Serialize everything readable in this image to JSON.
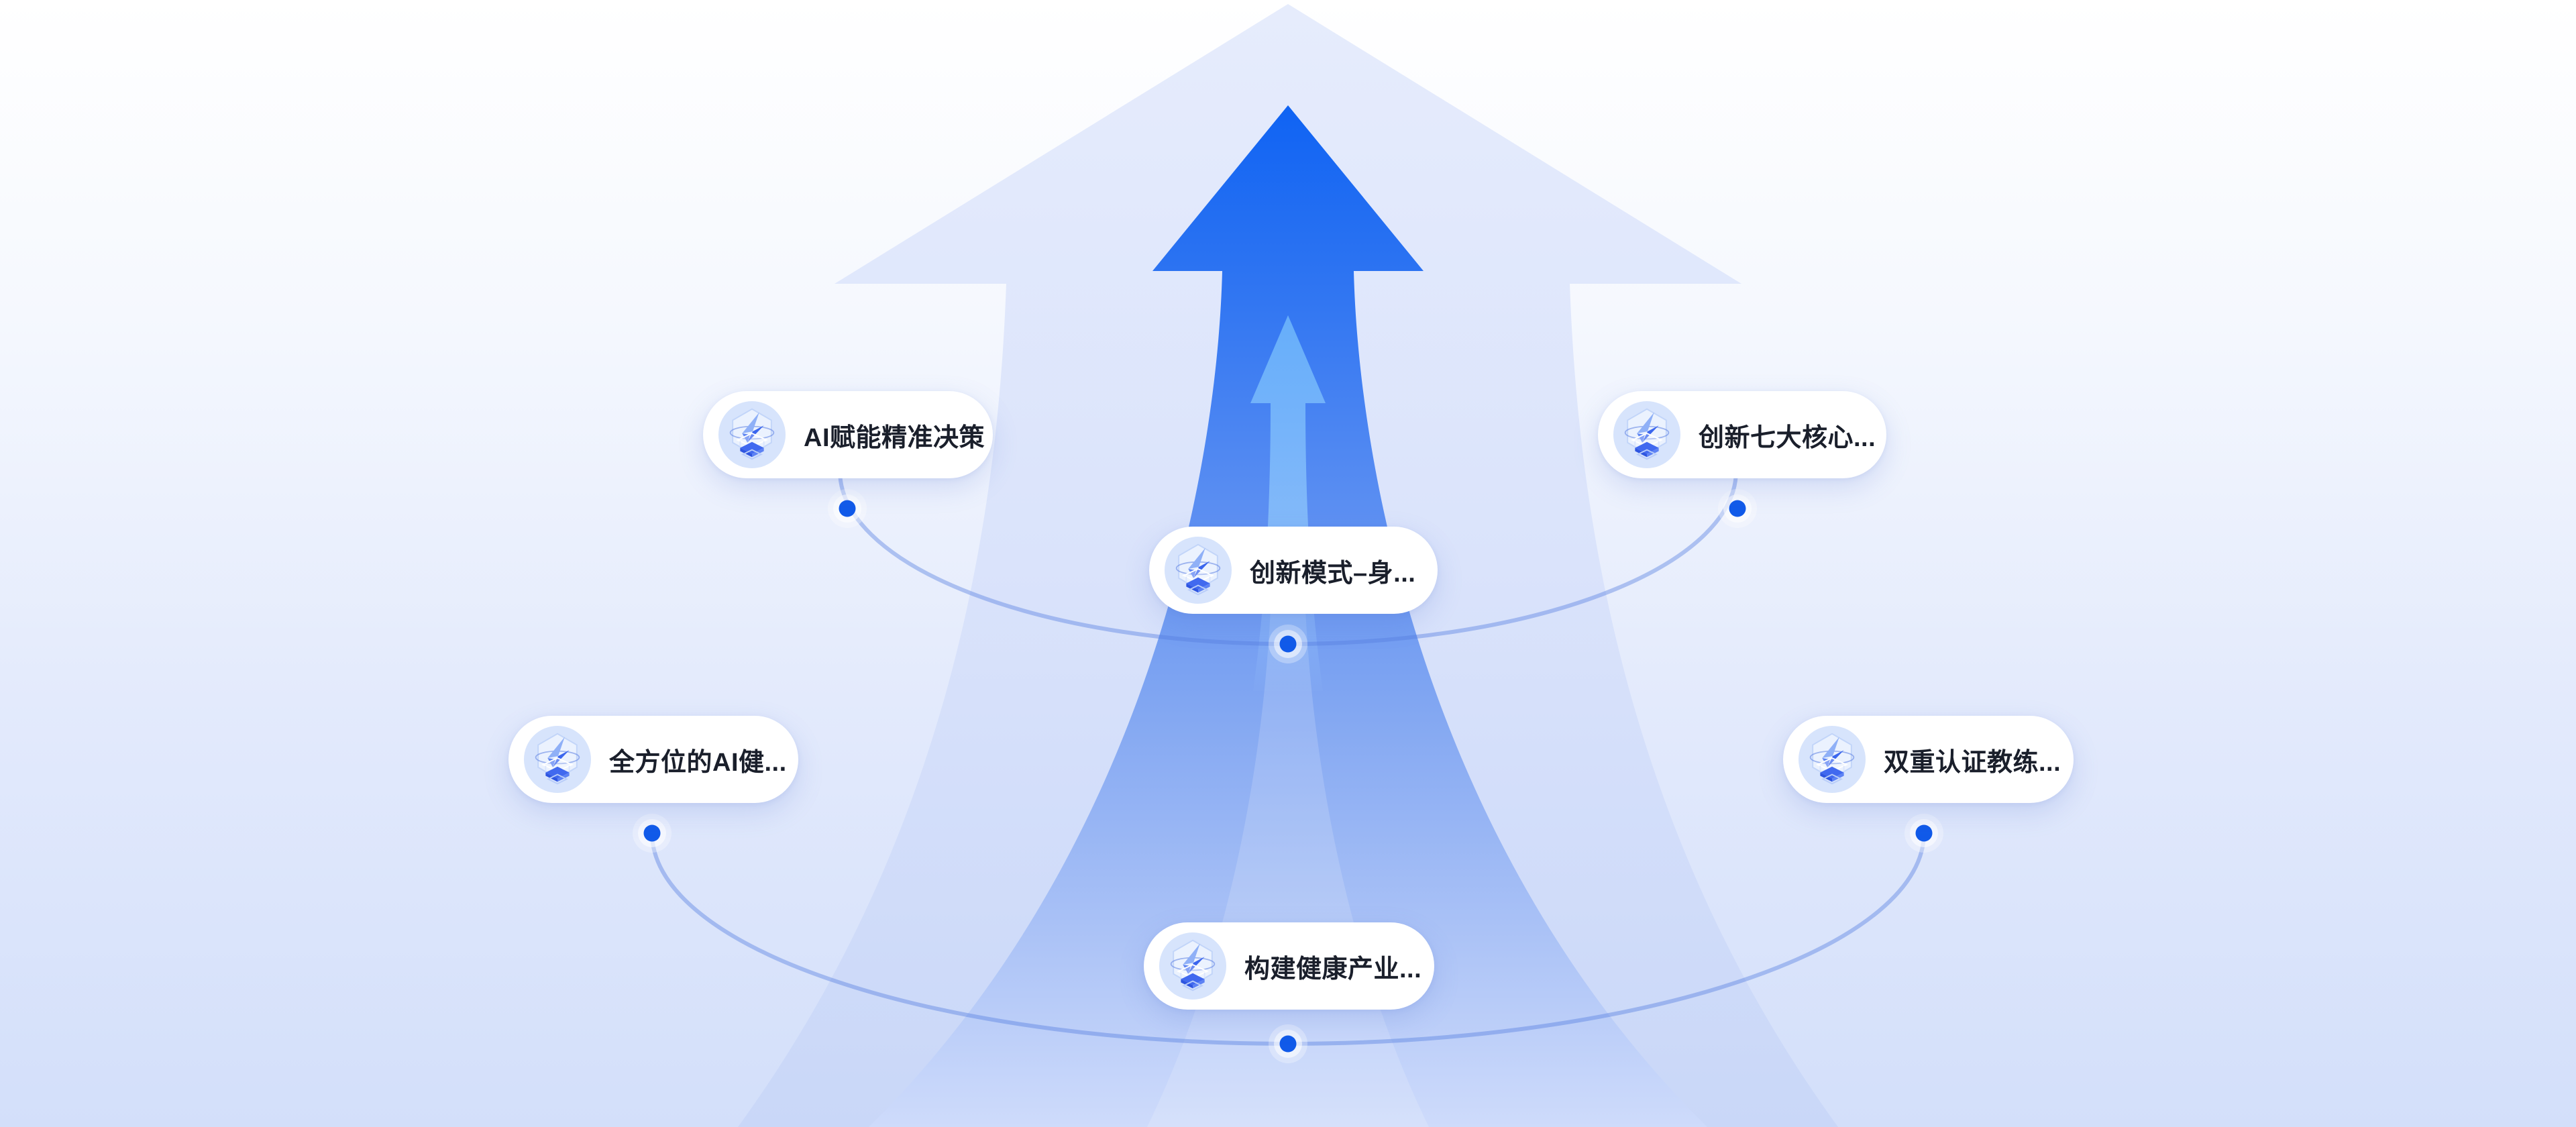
{
  "diagram": {
    "type": "ascending-arrow-feature-diagram",
    "pills": [
      {
        "id": "ai-decision",
        "label": "AI赋能精准决策"
      },
      {
        "id": "seven-core",
        "label": "创新七大核心..."
      },
      {
        "id": "innovation-mode",
        "label": "创新模式–身..."
      },
      {
        "id": "ai-health",
        "label": "全方位的AI健..."
      },
      {
        "id": "dual-cert-coach",
        "label": "双重认证教练..."
      },
      {
        "id": "health-industry",
        "label": "构建健康产业..."
      }
    ],
    "colors": {
      "arrow_primary": "#1065f4",
      "arrow_inner": "#6fb1fa",
      "arrow_ghost": "#e2e9fb",
      "dot_core": "#115ae9",
      "arc_line": "#7c9fe8",
      "pill_background": "#ffffff",
      "pill_text": "#1a1f2b",
      "background_top": "#ffffff",
      "background_bottom": "#d3dffa"
    }
  }
}
